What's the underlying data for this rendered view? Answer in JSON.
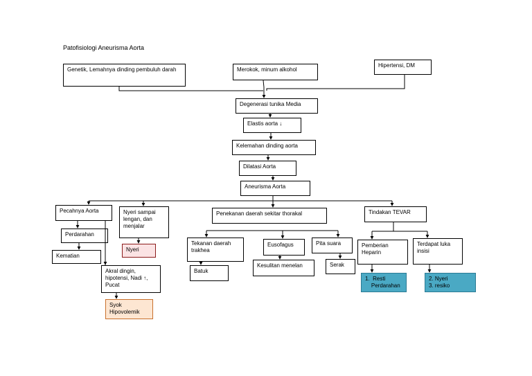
{
  "title": "Patofisiologi Aneurisma Aorta",
  "nodes": {
    "genetik": "Genetik, Lemahnya dinding pembuluh darah",
    "merokok": "Merokok, minum alkohol",
    "hipertensi": "Hipertensi, DM",
    "degenerasi": "Degenerasi tunika Media",
    "elastis": "Elastis aorta ↓",
    "kelemahan": "Kelemahan dinding aorta",
    "dilatasi": "Dilatasi Aorta",
    "aneurisma": "Aneurisma Aorta",
    "pecahnya": "Pecahnya Aorta",
    "nyeri_sampai": "Nyeri sampai lengan, dan menjalar",
    "perdarahan": "Perdarahan",
    "kematian": "Kematian",
    "nyeri": "Nyeri",
    "akral": "Akral dingin, hipotensi, Nadi ↑, Pucat",
    "syok": "Syok Hipovolemik",
    "penekanan": "Penekanan daerah sekitar thorakal",
    "tekanan_trakhea": "Tekanan daerah trakhea",
    "batuk": "Batuk",
    "eusofagus": "Eusofagus",
    "kesulitan": "Kesulitan menelan",
    "pita_suara": "Pita suara",
    "serak": "Serak",
    "tindakan": "Tindakan TEVAR",
    "pemberian": "Pemberian Heparin",
    "terdapat": "Terdapat luka insisi",
    "resti": [
      "1.",
      "Resti",
      "Perdarahan"
    ],
    "nyeri_resiko": [
      "2. Nyeri",
      "3. resiko"
    ]
  },
  "colors": {
    "nyeri_fill": "#fbe3e4",
    "syok_fill": "#fde6d2",
    "dx_fill": "#4aa9c4"
  }
}
